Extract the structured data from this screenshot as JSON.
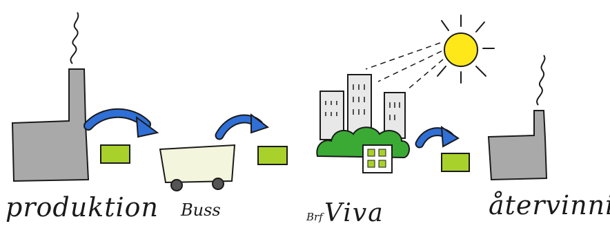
{
  "stages": [
    {
      "id": "produktion",
      "label": "produktion",
      "icon": "factory-icon"
    },
    {
      "id": "buss",
      "label": "Buss",
      "icon": "bus-icon"
    },
    {
      "id": "brf-viva",
      "prefix": "Brf",
      "label": "Viva",
      "icon": "housing-with-greenery-icon"
    },
    {
      "id": "atervinning",
      "label": "återvinning",
      "icon": "recycling-factory-icon"
    }
  ],
  "colors": {
    "factory_gray": "#a9a9a9",
    "package_green": "#a9d12b",
    "arrow_blue": "#2f6fd6",
    "sun_yellow": "#ffe81a",
    "bus_cream": "#f3f5dc",
    "bush_green": "#3aaa35",
    "outline": "#1a1a1a"
  }
}
